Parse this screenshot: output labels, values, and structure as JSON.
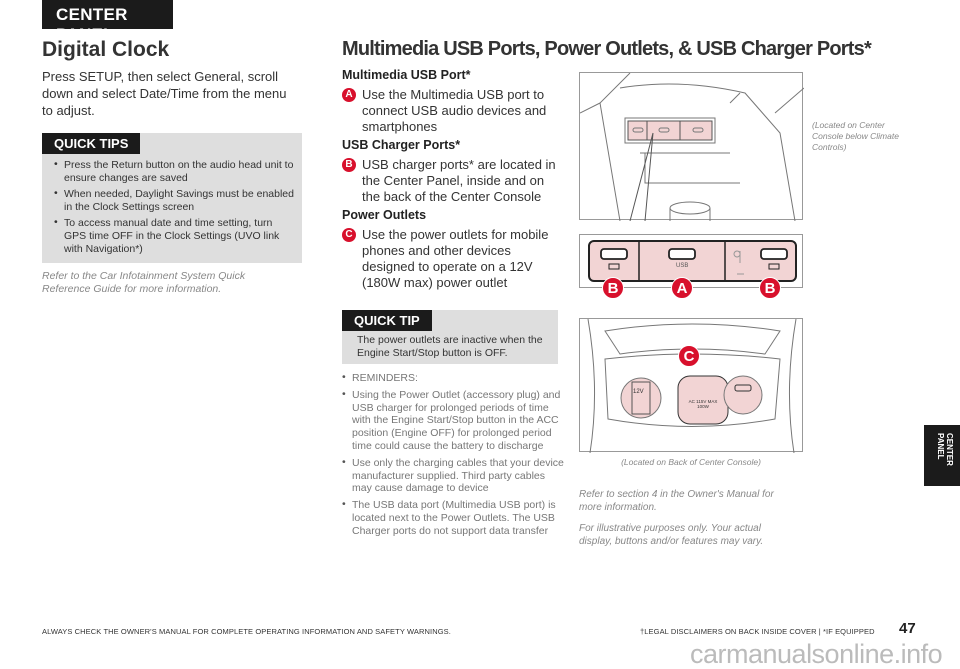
{
  "header": {
    "section_tab": "CENTER PANEL",
    "side_tab": "CENTER PANEL"
  },
  "clock": {
    "title": "Digital Clock",
    "body": "Press SETUP, then select General, scroll down and select Date/Time from the menu to adjust.",
    "quick_tips_label": "QUICK TIPS",
    "tips": [
      "Press the Return button on the audio head unit to ensure changes are saved",
      "When needed, Daylight Savings must be enabled in the Clock Settings screen",
      "To access manual date and time setting, turn GPS time OFF in the Clock Settings (UVO link with Navigation*)"
    ],
    "note": "Refer to the Car Infotainment System Quick Reference Guide for more information."
  },
  "usb": {
    "title": "Multimedia USB Ports, Power Outlets, & USB Charger Ports*",
    "sections": [
      {
        "heading": "Multimedia USB Port*",
        "badge": "A",
        "text": "Use the Multimedia USB port to connect USB audio devices and smartphones"
      },
      {
        "heading": "USB Charger Ports*",
        "badge": "B",
        "text": "USB charger ports* are located in the Center Panel, inside and on the back of the Center Console"
      },
      {
        "heading": "Power Outlets",
        "badge": "C",
        "text": "Use the power outlets for mobile phones and other devices designed to operate on a 12V (180W max) power outlet"
      }
    ],
    "quick_tip_label": "QUICK TIP",
    "quick_tip": "The power outlets are inactive when the Engine Start/Stop button is OFF.",
    "reminders": [
      "REMINDERS:",
      "Using the Power Outlet (accessory plug) and USB charger for prolonged periods of time with the Engine Start/Stop button in the ACC position (Engine OFF) for prolonged period time could cause the battery to discharge",
      "Use only the charging cables that your device manufacturer supplied. Third party cables may cause damage to device",
      "The USB data port (Multimedia USB port) is located next to the Power Outlets. The USB Charger ports do not support data transfer"
    ],
    "caption_top": "(Located on Center Console below Climate Controls)",
    "caption_bottom": "(Located on Back of Center Console)",
    "panel_usb_label": "USB",
    "outlet_12v": "12V",
    "outlet_ac": "AC 115V MAX 100W",
    "callouts": [
      "B",
      "A",
      "B",
      "C"
    ],
    "note1": "Refer to section 4 in the Owner's Manual for more information.",
    "note2": "For illustrative purposes only. Your actual display, buttons and/or features may vary."
  },
  "footer": {
    "left": "ALWAYS CHECK THE OWNER'S MANUAL FOR COMPLETE OPERATING INFORMATION AND SAFETY WARNINGS.",
    "right": "†LEGAL DISCLAIMERS ON BACK INSIDE COVER  |  *IF EQUIPPED",
    "page": "47",
    "watermark": "carmanualsonline.info"
  },
  "colors": {
    "accent": "#d8102c",
    "dark": "#1b1b1b",
    "tipbg": "#dedede",
    "port_fill": "#f2d4d4"
  }
}
